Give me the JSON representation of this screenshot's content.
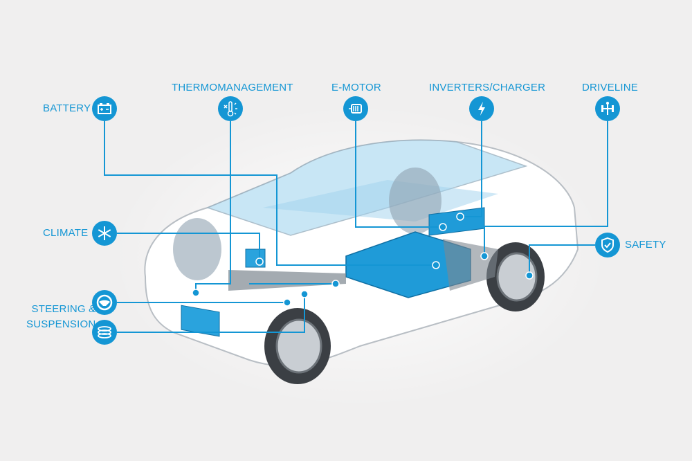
{
  "title": "Electric vehicle systems overview",
  "accent_color": "#1496d4",
  "components": [
    {
      "label": "BATTERY",
      "icon": "car-battery-icon"
    },
    {
      "label": "THERMOMANAGEMENT",
      "icon": "thermometer-icon"
    },
    {
      "label": "E-MOTOR",
      "icon": "electric-motor-icon"
    },
    {
      "label": "INVERTERS/CHARGER",
      "icon": "lightning-bolt-icon"
    },
    {
      "label": "DRIVELINE",
      "icon": "axle-icon"
    },
    {
      "label": "CLIMATE",
      "icon": "snowflake-icon"
    },
    {
      "label": "STEERING & SUSPENSION",
      "icon": "steering-wheel-icon",
      "icon2": "coil-spring-icon"
    },
    {
      "label": "SAFETY",
      "icon": "shield-check-icon"
    }
  ],
  "steering_lines": [
    "STEERING &",
    "SUSPENSION"
  ]
}
